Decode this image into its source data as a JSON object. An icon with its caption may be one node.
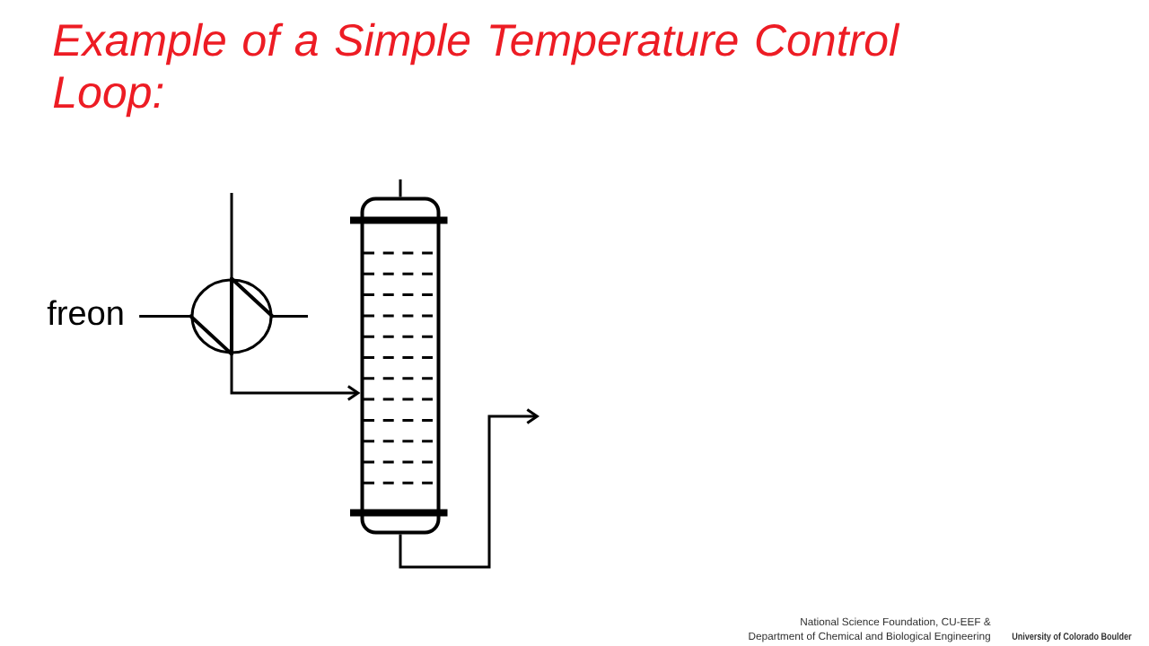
{
  "diagram": {
    "title": "Example of a Simple Temperature Control Loop:",
    "nodes": [
      {
        "text": [
          "freon"
        ]
      },
      {
        "text": [],
        "shape": "circle"
      },
      {
        "text": [],
        "shape": "cylinder"
      }
    ],
    "edges": [
      {
        "from": null,
        "to": 1,
        "arrow": "none"
      },
      {
        "from": 0,
        "to": 1,
        "arrow": "none"
      },
      {
        "from": 1,
        "to": null,
        "arrow": "none"
      },
      {
        "from": 1,
        "to": 2,
        "arrow": "to"
      },
      {
        "from": 2,
        "to": null,
        "arrow": "none"
      },
      {
        "from": 2,
        "to": null,
        "arrow": "to"
      }
    ],
    "labels": [
      "National Science Foundation, CU-EEF & Department of Chemical and Biological Engineering",
      "University of Colorado Boulder"
    ]
  }
}
